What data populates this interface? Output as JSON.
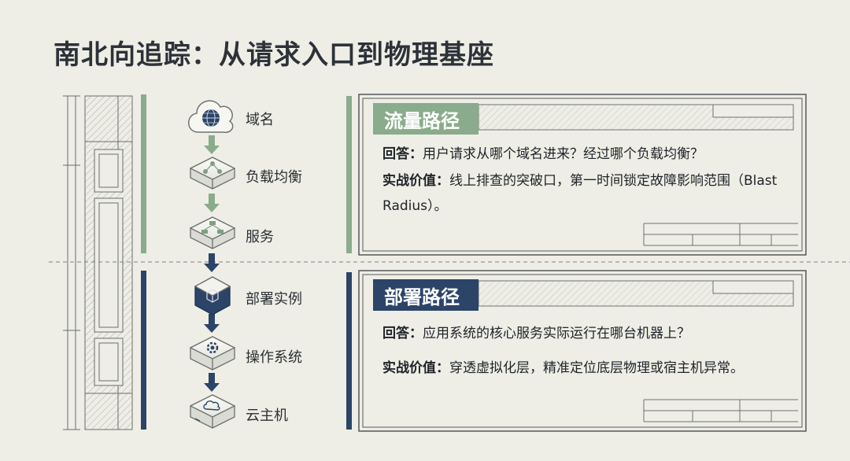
{
  "title": "南北向追踪：从请求入口到物理基座",
  "colors": {
    "green": "#8aac8c",
    "navy": "#2c4468",
    "background": "#eeeee6"
  },
  "nodes": [
    {
      "label": "域名",
      "icon": "cloud-globe-icon"
    },
    {
      "label": "负载均衡",
      "icon": "load-balancer-icon"
    },
    {
      "label": "服务",
      "icon": "service-icon"
    },
    {
      "label": "部署实例",
      "icon": "cube-icon"
    },
    {
      "label": "操作系统",
      "icon": "gear-icon"
    },
    {
      "label": "云主机",
      "icon": "cloud-server-icon"
    }
  ],
  "panels": [
    {
      "heading": "流量路径",
      "answer_label": "回答：",
      "answer_text": "用户请求从哪个域名进来？经过哪个负载均衡？",
      "value_label": "实战价值：",
      "value_text": "线上排查的突破口，第一时间锁定故障影响范围（Blast Radius）。"
    },
    {
      "heading": "部署路径",
      "answer_label": "回答：",
      "answer_text": "应用系统的核心服务实际运行在哪台机器上？",
      "value_label": "实战价值：",
      "value_text": "穿透虚拟化层，精准定位底层物理或宿主机异常。"
    }
  ]
}
